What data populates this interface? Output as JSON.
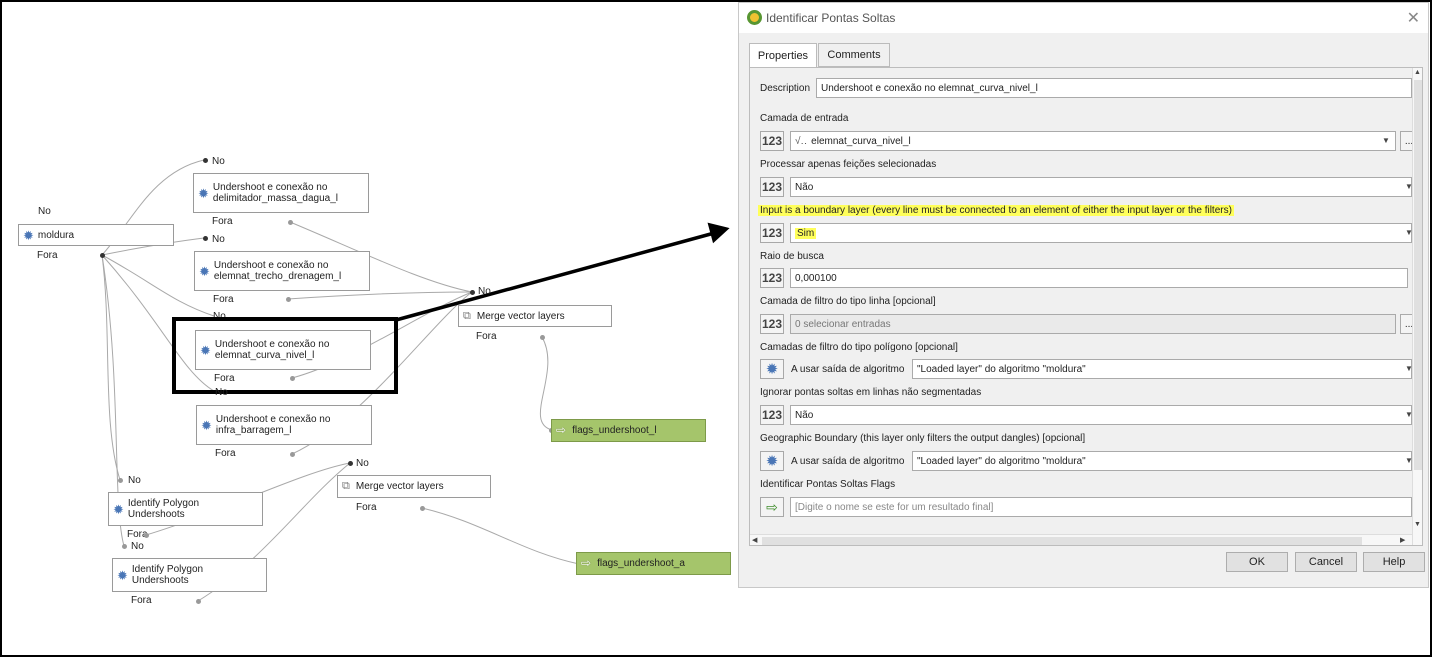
{
  "canvas": {
    "nodes": {
      "moldura": "moldura",
      "alg1": "Undershoot e conexão no delimitador_massa_dagua_l",
      "alg2": "Undershoot e conexão no elemnat_trecho_drenagem_l",
      "alg3": "Undershoot e conexão no elemnat_curva_nivel_l",
      "alg4": "Undershoot e conexão no infra_barragem_l",
      "poly1": "Identify Polygon Undershoots",
      "poly2": "Identify Polygon Undershoots",
      "merge1": "Merge vector layers",
      "merge2": "Merge vector layers",
      "out1": "flags_undershoot_l",
      "out2": "flags_undershoot_a"
    },
    "port_in": "No",
    "port_out": "Fora"
  },
  "dialog": {
    "title": "Identificar Pontas Soltas",
    "tabs": [
      "Properties",
      "Comments"
    ],
    "description_label": "Description",
    "description_value": "Undershoot e conexão no elemnat_curva_nivel_l",
    "fields": {
      "input_layer_label": "Camada de entrada",
      "input_layer_value": "elemnat_curva_nivel_l",
      "selected_only_label": "Processar apenas feições selecionadas",
      "selected_only_value": "Não",
      "boundary_label": "Input is a boundary layer (every line must be connected to an element of either the input layer or the filters)",
      "boundary_value": "Sim",
      "radius_label": "Raio de busca",
      "radius_value": "0,000100",
      "line_filter_label": "Camada de filtro do tipo linha [opcional]",
      "line_filter_value": "0 selecionar entradas",
      "polygon_filter_label": "Camadas de filtro do tipo polígono [opcional]",
      "polygon_filter_using": "A usar saída de algoritmo",
      "polygon_filter_value": "\"Loaded layer\" do algoritmo \"moldura\"",
      "ignore_label": "Ignorar pontas soltas em linhas não segmentadas",
      "ignore_value": "Não",
      "geo_boundary_label": "Geographic Boundary (this layer only filters the output dangles) [opcional]",
      "geo_boundary_using": "A usar saída de algoritmo",
      "geo_boundary_value": "\"Loaded layer\" do algoritmo \"moldura\"",
      "flags_label": "Identificar Pontas Soltas Flags",
      "flags_placeholder": "[Digite o nome se este for um resultado final]"
    },
    "value_icon_text": "123",
    "buttons": {
      "ok": "OK",
      "cancel": "Cancel",
      "help": "Help"
    }
  },
  "colors": {
    "highlight": "#ffff5a",
    "output_node": "#a5c56b",
    "annotation": "#000000"
  },
  "icons": [
    "qgis-logo-icon",
    "gear-icon",
    "layers-icon",
    "output-arrow-icon",
    "line-layer-icon",
    "close-icon",
    "chevron-down-icon"
  ]
}
